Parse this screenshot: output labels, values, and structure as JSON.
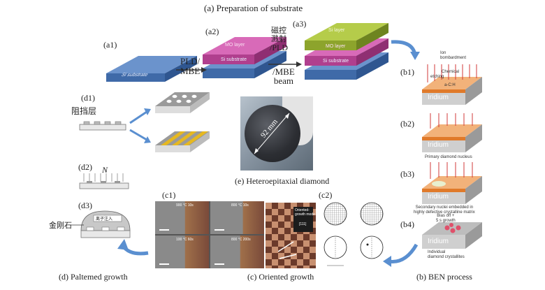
{
  "title_a": "(a) Preparation of substrate",
  "labels": {
    "a1": "(a1)",
    "a2": "(a2)",
    "a3": "(a3)",
    "b1": "(b1)",
    "b2": "(b2)",
    "b3": "(b3)",
    "b4": "(b4)",
    "c1": "(c1)",
    "c2": "(c2)",
    "d1": "(d1)",
    "d2": "(d2)",
    "d3": "(d3)"
  },
  "layers": {
    "si_substrate": "Si substrate",
    "mo_layer": "MO layer",
    "si_layer": "Si layer",
    "si_substrate_a3": "Si substrate"
  },
  "arrows": {
    "pld_mbe": [
      "PLD/",
      "MBE"
    ],
    "sputter": [
      "磁控",
      "溅射",
      "/PLD",
      "/MBE",
      "beam"
    ]
  },
  "b_process": {
    "ion_bombardment": [
      "Ion",
      "bombardment"
    ],
    "chemical_etching": [
      "Chemical",
      "etching"
    ],
    "a_ch": "a-C:H",
    "iridium": "Iridium",
    "primary_nuclei": "Primary diamond nucleus",
    "secondary_nuclei": [
      "Secondary nuclei embedded in",
      "highly defective crystalline matrix"
    ],
    "bias_off": [
      "Bias off +",
      "5 s growth"
    ],
    "individual": [
      "Individual",
      "diamond crystallites"
    ],
    "caption": "(b) BEN process"
  },
  "d_process": {
    "barrier": "阻挡层",
    "n_label": "N",
    "diamond": "金刚石",
    "ion_beam_label": "离子注入",
    "caption": "(d) Paltemed growth"
  },
  "e_caption": "(e) Heteroepitaxial diamond",
  "e_measure": "92 mm",
  "c_caption": "(c) Oriented growth",
  "c_panels": [
    "900 °C 10s",
    "800 °C 10s",
    "100 °C 60s",
    "800 °C 200s"
  ],
  "c_scheme": {
    "oriented_label": [
      "Oriented-",
      "growth mode"
    ],
    "orientation": "[111]"
  },
  "colors": {
    "si": "#4a79b8",
    "mo": "#c44fa0",
    "si_top": "#8fa82e",
    "iridium": "#e07a2a",
    "arrow_blue": "#5a8fd0"
  }
}
